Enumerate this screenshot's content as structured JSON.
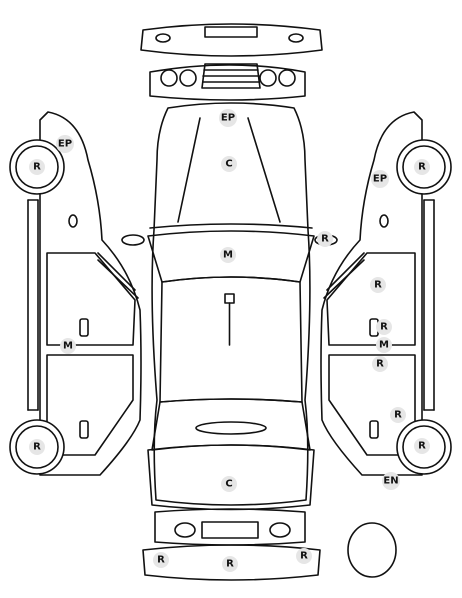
{
  "colors": {
    "line": "#111111",
    "marker_fill": "#e6e6e6",
    "background": "#ffffff"
  },
  "markers": [
    {
      "id": "ep-hood",
      "code": "EP"
    },
    {
      "id": "c-hood",
      "code": "C"
    },
    {
      "id": "m-windshield",
      "code": "M"
    },
    {
      "id": "c-trunk",
      "code": "C"
    },
    {
      "id": "r-front-right-corner",
      "code": "R"
    },
    {
      "id": "ep-left-front-fender",
      "code": "EP"
    },
    {
      "id": "r-left-front-wheel",
      "code": "R"
    },
    {
      "id": "m-left-side",
      "code": "M"
    },
    {
      "id": "r-left-rear-wheel",
      "code": "R"
    },
    {
      "id": "ep-right-front-fender",
      "code": "EP"
    },
    {
      "id": "r-right-front-wheel",
      "code": "R"
    },
    {
      "id": "r-right-front-door",
      "code": "R"
    },
    {
      "id": "r-right-mirror-a",
      "code": "R"
    },
    {
      "id": "m-right-side",
      "code": "M"
    },
    {
      "id": "r-right-mirror-b",
      "code": "R"
    },
    {
      "id": "r-right-rear-door",
      "code": "R"
    },
    {
      "id": "r-right-rear-wheel",
      "code": "R"
    },
    {
      "id": "en-right-rear",
      "code": "EN"
    },
    {
      "id": "r-rear-bumper-left",
      "code": "R"
    },
    {
      "id": "r-rear-bumper-center",
      "code": "R"
    },
    {
      "id": "r-rear-bumper-right",
      "code": "R"
    }
  ]
}
